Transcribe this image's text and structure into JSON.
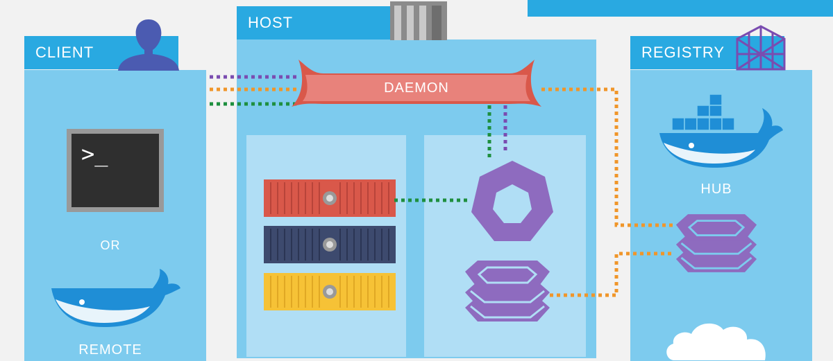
{
  "client": {
    "title": "CLIENT",
    "or_text": "OR",
    "remote_text": "REMOTE",
    "terminal_prompt": ">_"
  },
  "host": {
    "title": "HOST",
    "daemon_label": "DAEMON"
  },
  "registry": {
    "title": "REGISTRY",
    "hub_label": "HUB"
  },
  "icons": [
    "user-icon",
    "terminal-icon",
    "docker-whale-icon",
    "building-icon",
    "daemon-banner",
    "container-icon",
    "image-icon",
    "image-stack-icon",
    "registry-logo-icon",
    "cloud-icon"
  ],
  "colors": {
    "panel": "#7dcbee",
    "tab": "#29a9e1",
    "inner": "#b0def5",
    "daemon": "#e8827b",
    "container_red": "#d9584a",
    "container_navy": "#3d4a6e",
    "container_yellow": "#f6c236",
    "purple": "#8e6bbf",
    "line_purple": "#7a4cb0",
    "line_orange": "#f0962a",
    "line_green": "#1e8f3e"
  }
}
